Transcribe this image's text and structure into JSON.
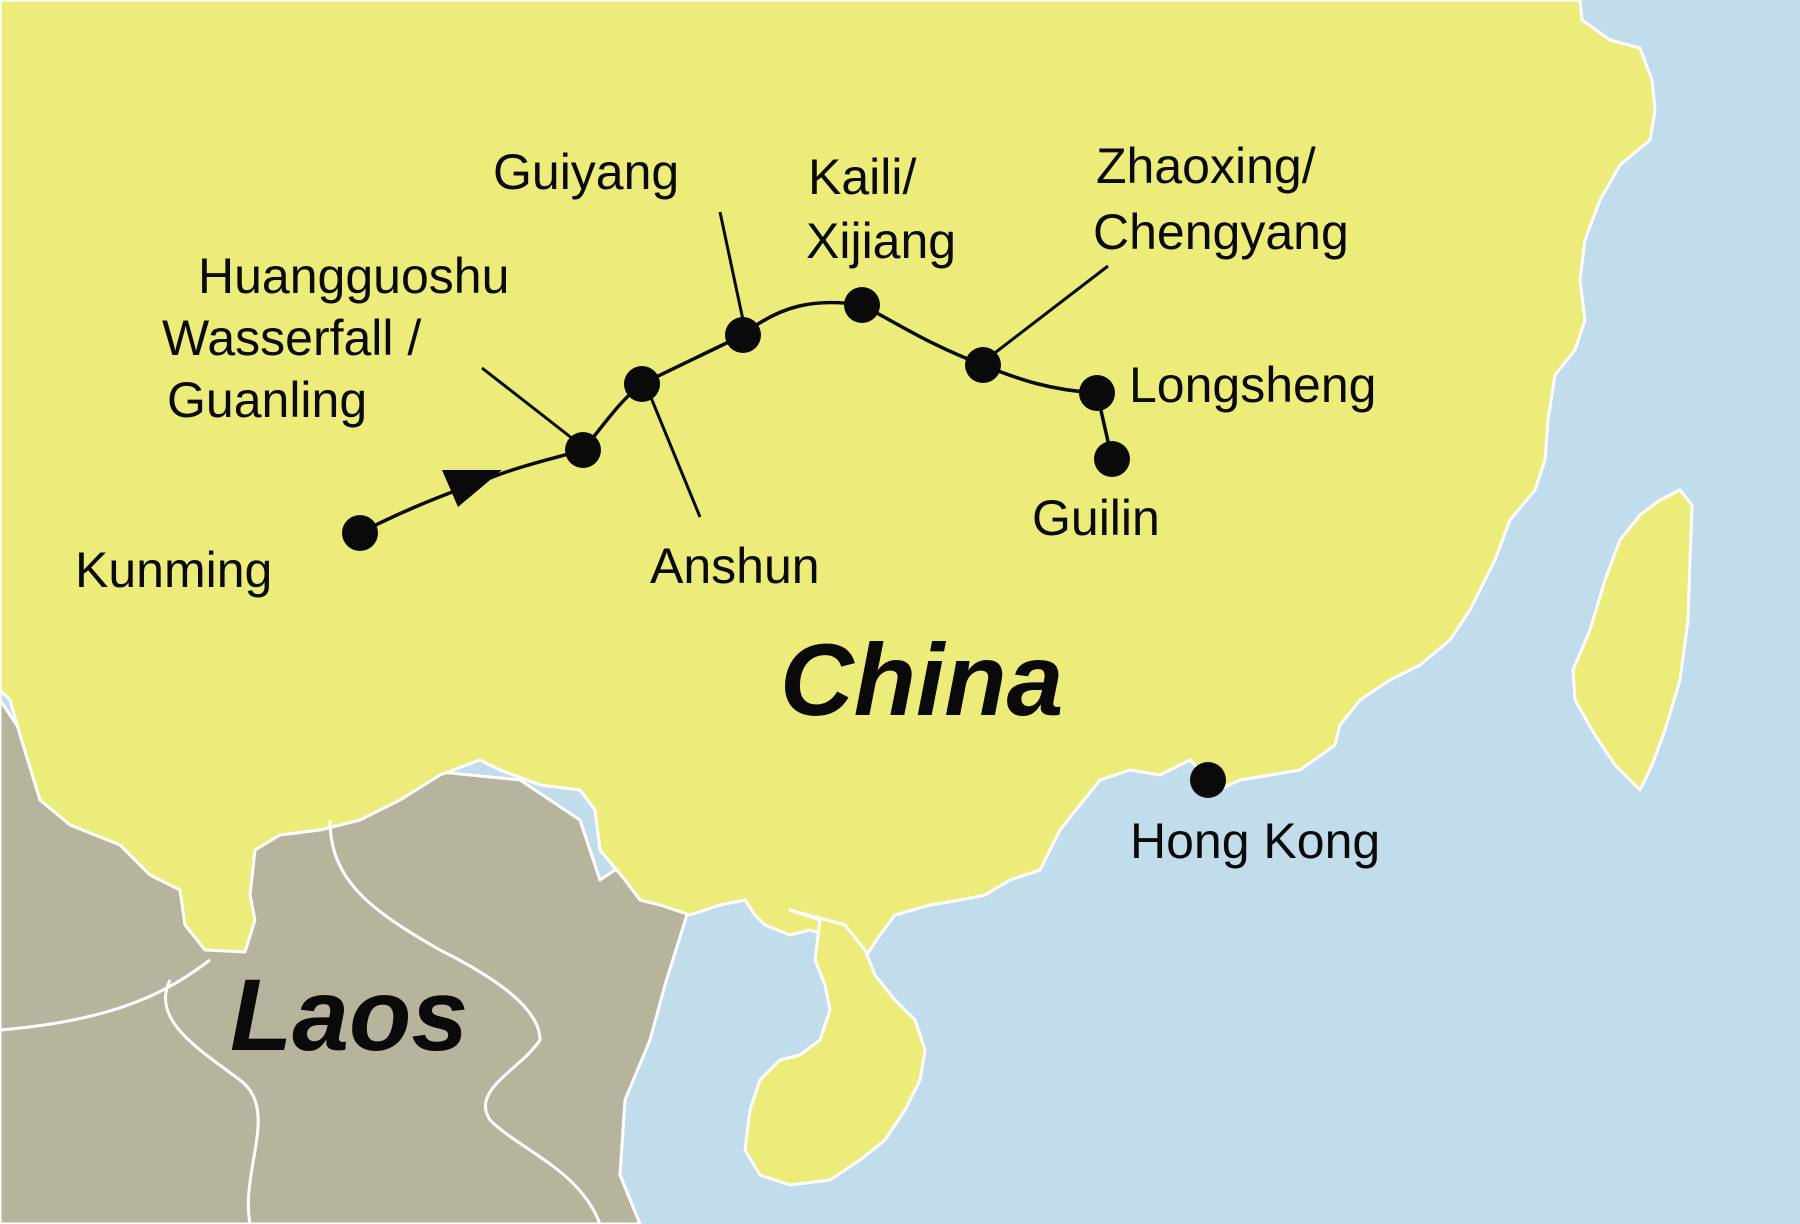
{
  "colors": {
    "sea": "#c1dcea",
    "china": "#ecec7b",
    "neighbor": "#b7b49e",
    "border": "#ffffff",
    "route": "#0a0a0a"
  },
  "countries": {
    "china": "China",
    "laos": "Laos"
  },
  "cities": {
    "kunming": "Kunming",
    "huangguoshu_1": "Huangguoshu",
    "huangguoshu_2": "Wasserfall /",
    "huangguoshu_3": "Guanling",
    "anshun": "Anshun",
    "guiyang": "Guiyang",
    "kaili_1": "Kaili/",
    "kaili_2": "Xijiang",
    "zhaoxing_1": "Zhaoxing/",
    "zhaoxing_2": "Chengyang",
    "longsheng": "Longsheng",
    "guilin": "Guilin",
    "hongkong": "Hong Kong"
  },
  "route": {
    "direction_icon": "arrow-head-icon",
    "stop_order": [
      "Kunming",
      "Huangguoshu",
      "Anshun",
      "Guiyang",
      "Kaili",
      "Zhaoxing",
      "Longsheng",
      "Guilin"
    ]
  }
}
